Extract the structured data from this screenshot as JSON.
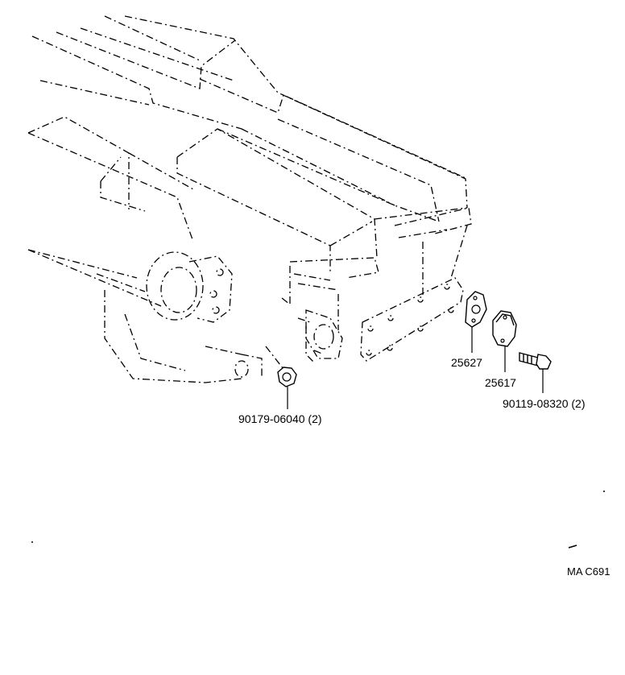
{
  "parts": [
    {
      "id": "nut",
      "part_number": "90179-06040 (2)"
    },
    {
      "id": "gasket",
      "part_number": "25627"
    },
    {
      "id": "cover-plate",
      "part_number": "25617"
    },
    {
      "id": "bolt",
      "part_number": "90119-08320 (2)"
    }
  ],
  "diagram_code": "MA C691"
}
